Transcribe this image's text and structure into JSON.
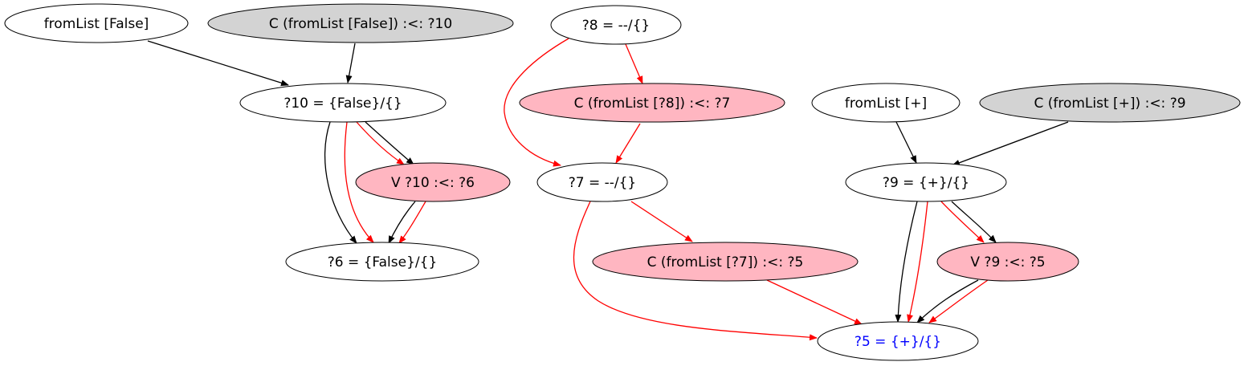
{
  "colors": {
    "default_fill": "#ffffff",
    "gray_fill": "#d3d3d3",
    "pink_fill": "#ffb6c1",
    "stroke": "#000000",
    "red_edge": "#ff0000",
    "black_edge": "#000000",
    "highlight_text": "#0000ff",
    "normal_text": "#000000"
  },
  "nodes": [
    {
      "id": "n_fromlist_false",
      "label": "fromList [False]",
      "style": "default"
    },
    {
      "id": "n_c_fromlist_false",
      "label": "C (fromList [False]) :<: ?10",
      "style": "gray"
    },
    {
      "id": "n_q10",
      "label": "?10 = {False}/{}",
      "style": "default"
    },
    {
      "id": "n_v_q10",
      "label": "V ?10 :<: ?6",
      "style": "pink"
    },
    {
      "id": "n_q6",
      "label": "?6 = {False}/{}",
      "style": "default"
    },
    {
      "id": "n_q8",
      "label": "?8 = --/{}",
      "style": "default"
    },
    {
      "id": "n_c_q8",
      "label": "C (fromList [?8]) :<: ?7",
      "style": "pink"
    },
    {
      "id": "n_q7",
      "label": "?7 = --/{}",
      "style": "default"
    },
    {
      "id": "n_c_q7",
      "label": "C (fromList [?7]) :<: ?5",
      "style": "pink"
    },
    {
      "id": "n_fromlist_plus",
      "label": "fromList [+]",
      "style": "default"
    },
    {
      "id": "n_c_fromlist_plus",
      "label": "C (fromList [+]) :<: ?9",
      "style": "gray"
    },
    {
      "id": "n_q9",
      "label": "?9 = {+}/{}",
      "style": "default"
    },
    {
      "id": "n_v_q9",
      "label": "V ?9 :<: ?5",
      "style": "pink"
    },
    {
      "id": "n_q5",
      "label": "?5 = {+}/{}",
      "style": "highlight"
    }
  ],
  "edges": [
    {
      "from": "n_fromlist_false",
      "to": "n_q10",
      "color": "black"
    },
    {
      "from": "n_c_fromlist_false",
      "to": "n_q10",
      "color": "black"
    },
    {
      "from": "n_q10",
      "to": "n_v_q10",
      "color": "red"
    },
    {
      "from": "n_q10",
      "to": "n_v_q10",
      "color": "black"
    },
    {
      "from": "n_q10",
      "to": "n_q6",
      "color": "black"
    },
    {
      "from": "n_q10",
      "to": "n_q6",
      "color": "red"
    },
    {
      "from": "n_v_q10",
      "to": "n_q6",
      "color": "black"
    },
    {
      "from": "n_v_q10",
      "to": "n_q6",
      "color": "red"
    },
    {
      "from": "n_q8",
      "to": "n_c_q8",
      "color": "red"
    },
    {
      "from": "n_q8",
      "to": "n_q7",
      "color": "red"
    },
    {
      "from": "n_c_q8",
      "to": "n_q7",
      "color": "red"
    },
    {
      "from": "n_q7",
      "to": "n_c_q7",
      "color": "red"
    },
    {
      "from": "n_q7",
      "to": "n_q5",
      "color": "red"
    },
    {
      "from": "n_c_q7",
      "to": "n_q5",
      "color": "red"
    },
    {
      "from": "n_fromlist_plus",
      "to": "n_q9",
      "color": "black"
    },
    {
      "from": "n_c_fromlist_plus",
      "to": "n_q9",
      "color": "black"
    },
    {
      "from": "n_q9",
      "to": "n_v_q9",
      "color": "red"
    },
    {
      "from": "n_q9",
      "to": "n_v_q9",
      "color": "black"
    },
    {
      "from": "n_q9",
      "to": "n_q5",
      "color": "black"
    },
    {
      "from": "n_q9",
      "to": "n_q5",
      "color": "red"
    },
    {
      "from": "n_v_q9",
      "to": "n_q5",
      "color": "black"
    },
    {
      "from": "n_v_q9",
      "to": "n_q5",
      "color": "red"
    }
  ]
}
